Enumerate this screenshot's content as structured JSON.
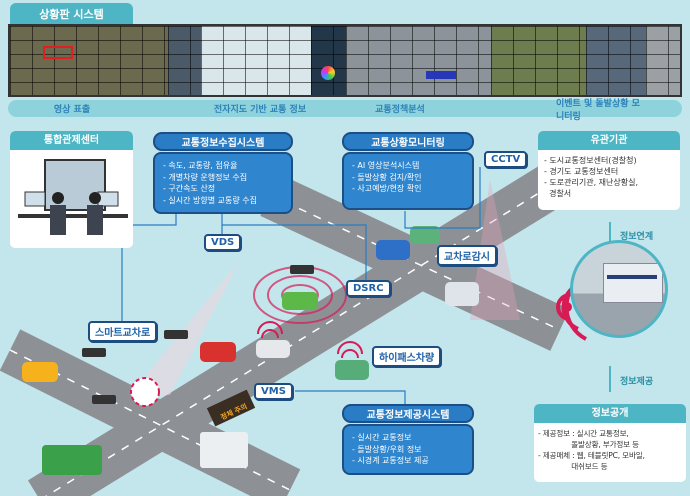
{
  "top": {
    "tab": "상황판 시스템",
    "captions": [
      "영상 표출",
      "전자지도 기반 교통 정보",
      "교통정책분석",
      "이벤트 및 돌발상황 모니터링"
    ]
  },
  "control_center": {
    "title": "통합관제센터"
  },
  "collect": {
    "title": "교통정보수집시스템",
    "items": [
      "- 속도, 교통량, 점유율",
      "- 개별차량 운행정보 수집",
      "- 구간속도 산정",
      "- 실시간 방향별 교통량 수집"
    ]
  },
  "monitor": {
    "title": "교통상황모니터링",
    "items": [
      "- AI 영상분석시스템",
      "- 돌발상황 검지/확인",
      "- 사고예방/현장 확인"
    ]
  },
  "provide": {
    "title": "교통정보제공시스템",
    "items": [
      "- 실시간 교통정보",
      "- 돌발상황/우회 정보",
      "- 시경계 교통정보 제공"
    ]
  },
  "agencies": {
    "title": "유관기관",
    "items": [
      "- 도시교통정보센터(경찰청)",
      "- 경기도 교통정보센터",
      "- 도로관리기관, 재난상황실,",
      "  경찰서"
    ]
  },
  "disclosure": {
    "title": "정보공개",
    "items": [
      "- 제공정보 : 실시간 교통정보,",
      "               돌발상황, 부가정보 등",
      "- 제공매체 : 웹, 테블릿PC, 모바일,",
      "               대쉬보드 등"
    ]
  },
  "flows": {
    "link": "정보연계",
    "provide": "정보제공"
  },
  "labels": {
    "cctv": "CCTV",
    "vds": "VDS",
    "intersection_watch": "교차로감시",
    "dsrc": "DSRC",
    "smart_intersection": "스마트교차로",
    "hipass": "하이패스차량",
    "vms": "VMS",
    "vms_sign": "정체 주의"
  },
  "colors": {
    "teal": "#4db5c4",
    "blue": "#2a7cc4",
    "signal": "#d81b55"
  }
}
